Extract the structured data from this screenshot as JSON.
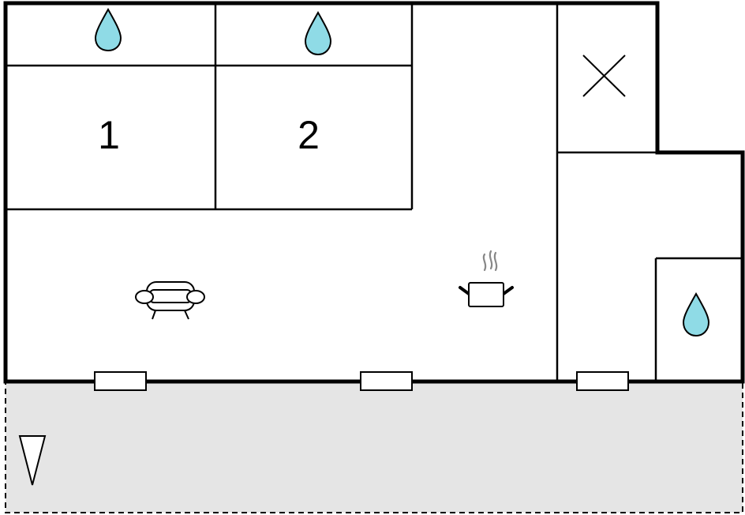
{
  "rooms": [
    {
      "id": "bedroom-1",
      "label": "1"
    },
    {
      "id": "bedroom-2",
      "label": "2"
    }
  ],
  "icons": {
    "bathroom": "water-drop-icon",
    "sofa": "sofa-icon",
    "kitchen": "cooking-pot-icon",
    "closet": "cross-mark-icon",
    "north": "compass-arrow-icon"
  },
  "colors": {
    "wall": "#000000",
    "water": "#8fdbe6",
    "terrace": "#e5e5e5",
    "steam": "#888888"
  }
}
